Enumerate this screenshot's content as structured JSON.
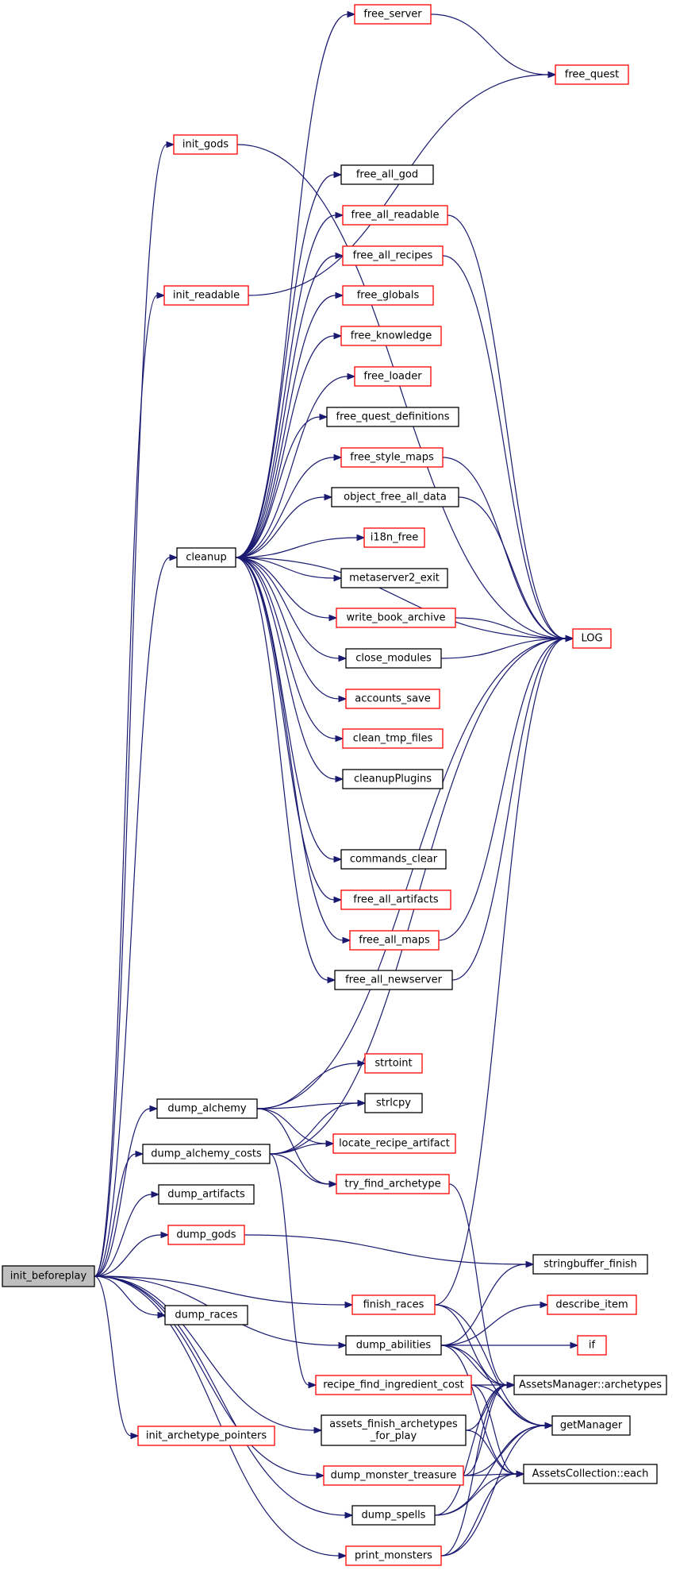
{
  "colors": {
    "edge": "#191970",
    "red_border": "#ff0000",
    "black_border": "#000000",
    "root_fill": "#bfbfbf"
  },
  "nodes": {
    "init_beforeplay": {
      "label": "init_beforeplay",
      "style": "root"
    },
    "init_gods": {
      "label": "init_gods",
      "style": "red"
    },
    "init_readable": {
      "label": "init_readable",
      "style": "red"
    },
    "cleanup": {
      "label": "cleanup",
      "style": "black"
    },
    "free_server": {
      "label": "free_server",
      "style": "red"
    },
    "free_quest": {
      "label": "free_quest",
      "style": "red"
    },
    "free_all_god": {
      "label": "free_all_god",
      "style": "black"
    },
    "free_all_readable": {
      "label": "free_all_readable",
      "style": "red"
    },
    "free_all_recipes": {
      "label": "free_all_recipes",
      "style": "red"
    },
    "free_globals": {
      "label": "free_globals",
      "style": "red"
    },
    "free_knowledge": {
      "label": "free_knowledge",
      "style": "red"
    },
    "free_loader": {
      "label": "free_loader",
      "style": "red"
    },
    "free_quest_definitions": {
      "label": "free_quest_definitions",
      "style": "black"
    },
    "free_style_maps": {
      "label": "free_style_maps",
      "style": "red"
    },
    "object_free_all_data": {
      "label": "object_free_all_data",
      "style": "black"
    },
    "i18n_free": {
      "label": "i18n_free",
      "style": "red"
    },
    "metaserver2_exit": {
      "label": "metaserver2_exit",
      "style": "black"
    },
    "write_book_archive": {
      "label": "write_book_archive",
      "style": "red"
    },
    "close_modules": {
      "label": "close_modules",
      "style": "black"
    },
    "accounts_save": {
      "label": "accounts_save",
      "style": "red"
    },
    "clean_tmp_files": {
      "label": "clean_tmp_files",
      "style": "red"
    },
    "cleanupPlugins": {
      "label": "cleanupPlugins",
      "style": "black"
    },
    "commands_clear": {
      "label": "commands_clear",
      "style": "black"
    },
    "free_all_artifacts": {
      "label": "free_all_artifacts",
      "style": "red"
    },
    "free_all_maps": {
      "label": "free_all_maps",
      "style": "red"
    },
    "free_all_newserver": {
      "label": "free_all_newserver",
      "style": "black"
    },
    "LOG": {
      "label": "LOG",
      "style": "red"
    },
    "dump_alchemy": {
      "label": "dump_alchemy",
      "style": "black"
    },
    "dump_alchemy_costs": {
      "label": "dump_alchemy_costs",
      "style": "black"
    },
    "dump_artifacts": {
      "label": "dump_artifacts",
      "style": "black"
    },
    "dump_gods": {
      "label": "dump_gods",
      "style": "red"
    },
    "dump_races": {
      "label": "dump_races",
      "style": "black"
    },
    "init_archetype_pointers": {
      "label": "init_archetype_pointers",
      "style": "red"
    },
    "strtoint": {
      "label": "strtoint",
      "style": "red"
    },
    "strlcpy": {
      "label": "strlcpy",
      "style": "black"
    },
    "locate_recipe_artifact": {
      "label": "locate_recipe_artifact",
      "style": "red"
    },
    "try_find_archetype": {
      "label": "try_find_archetype",
      "style": "red"
    },
    "stringbuffer_finish": {
      "label": "stringbuffer_finish",
      "style": "black"
    },
    "finish_races": {
      "label": "finish_races",
      "style": "red"
    },
    "dump_abilities": {
      "label": "dump_abilities",
      "style": "black"
    },
    "describe_item": {
      "label": "describe_item",
      "style": "red"
    },
    "if": {
      "label": "if",
      "style": "red"
    },
    "recipe_find_ingredient_cost": {
      "label": "recipe_find_ingredient_cost",
      "style": "red"
    },
    "assets_finish_archetypes_for_play": {
      "label": [
        "assets_finish_archetypes",
        "_for_play"
      ],
      "style": "black"
    },
    "AssetsManager_archetypes": {
      "label": "AssetsManager::archetypes",
      "style": "black"
    },
    "getManager": {
      "label": "getManager",
      "style": "black"
    },
    "dump_monster_treasure": {
      "label": "dump_monster_treasure",
      "style": "red"
    },
    "AssetsCollection_each": {
      "label": "AssetsCollection::each",
      "style": "black"
    },
    "dump_spells": {
      "label": "dump_spells",
      "style": "black"
    },
    "print_monsters": {
      "label": "print_monsters",
      "style": "red"
    }
  },
  "edges": [
    [
      "init_beforeplay",
      "init_gods"
    ],
    [
      "init_beforeplay",
      "init_readable"
    ],
    [
      "init_beforeplay",
      "cleanup"
    ],
    [
      "init_beforeplay",
      "dump_alchemy"
    ],
    [
      "init_beforeplay",
      "dump_alchemy_costs"
    ],
    [
      "init_beforeplay",
      "dump_artifacts"
    ],
    [
      "init_beforeplay",
      "dump_gods"
    ],
    [
      "init_beforeplay",
      "dump_races"
    ],
    [
      "init_beforeplay",
      "finish_races"
    ],
    [
      "init_beforeplay",
      "dump_abilities"
    ],
    [
      "init_beforeplay",
      "init_archetype_pointers"
    ],
    [
      "init_beforeplay",
      "assets_finish_archetypes_for_play"
    ],
    [
      "init_beforeplay",
      "dump_monster_treasure"
    ],
    [
      "init_beforeplay",
      "dump_spells"
    ],
    [
      "init_beforeplay",
      "print_monsters"
    ],
    [
      "init_gods",
      "LOG"
    ],
    [
      "init_readable",
      "free_quest"
    ],
    [
      "cleanup",
      "free_server"
    ],
    [
      "cleanup",
      "free_all_god"
    ],
    [
      "cleanup",
      "free_all_readable"
    ],
    [
      "cleanup",
      "free_all_recipes"
    ],
    [
      "cleanup",
      "free_globals"
    ],
    [
      "cleanup",
      "free_knowledge"
    ],
    [
      "cleanup",
      "free_loader"
    ],
    [
      "cleanup",
      "free_quest_definitions"
    ],
    [
      "cleanup",
      "free_style_maps"
    ],
    [
      "cleanup",
      "object_free_all_data"
    ],
    [
      "cleanup",
      "i18n_free"
    ],
    [
      "cleanup",
      "metaserver2_exit"
    ],
    [
      "cleanup",
      "write_book_archive"
    ],
    [
      "cleanup",
      "close_modules"
    ],
    [
      "cleanup",
      "accounts_save"
    ],
    [
      "cleanup",
      "clean_tmp_files"
    ],
    [
      "cleanup",
      "cleanupPlugins"
    ],
    [
      "cleanup",
      "LOG"
    ],
    [
      "cleanup",
      "commands_clear"
    ],
    [
      "cleanup",
      "free_all_artifacts"
    ],
    [
      "cleanup",
      "free_all_maps"
    ],
    [
      "cleanup",
      "free_all_newserver"
    ],
    [
      "free_server",
      "free_quest"
    ],
    [
      "free_all_readable",
      "LOG"
    ],
    [
      "free_all_recipes",
      "LOG"
    ],
    [
      "free_style_maps",
      "LOG"
    ],
    [
      "object_free_all_data",
      "LOG"
    ],
    [
      "write_book_archive",
      "LOG"
    ],
    [
      "close_modules",
      "LOG"
    ],
    [
      "free_all_maps",
      "LOG"
    ],
    [
      "free_all_newserver",
      "LOG"
    ],
    [
      "dump_alchemy",
      "LOG"
    ],
    [
      "dump_alchemy",
      "strtoint"
    ],
    [
      "dump_alchemy",
      "strlcpy"
    ],
    [
      "dump_alchemy",
      "locate_recipe_artifact"
    ],
    [
      "dump_alchemy",
      "try_find_archetype"
    ],
    [
      "dump_alchemy_costs",
      "strlcpy"
    ],
    [
      "dump_alchemy_costs",
      "locate_recipe_artifact"
    ],
    [
      "dump_alchemy_costs",
      "try_find_archetype"
    ],
    [
      "dump_alchemy_costs",
      "LOG"
    ],
    [
      "dump_alchemy_costs",
      "recipe_find_ingredient_cost"
    ],
    [
      "dump_gods",
      "stringbuffer_finish"
    ],
    [
      "try_find_archetype",
      "AssetsManager_archetypes"
    ],
    [
      "finish_races",
      "LOG"
    ],
    [
      "finish_races",
      "AssetsManager_archetypes"
    ],
    [
      "finish_races",
      "getManager"
    ],
    [
      "dump_abilities",
      "stringbuffer_finish"
    ],
    [
      "dump_abilities",
      "describe_item"
    ],
    [
      "dump_abilities",
      "if"
    ],
    [
      "dump_abilities",
      "AssetsManager_archetypes"
    ],
    [
      "dump_abilities",
      "getManager"
    ],
    [
      "dump_abilities",
      "AssetsCollection_each"
    ],
    [
      "recipe_find_ingredient_cost",
      "AssetsManager_archetypes"
    ],
    [
      "recipe_find_ingredient_cost",
      "getManager"
    ],
    [
      "recipe_find_ingredient_cost",
      "AssetsCollection_each"
    ],
    [
      "assets_finish_archetypes_for_play",
      "AssetsManager_archetypes"
    ],
    [
      "assets_finish_archetypes_for_play",
      "AssetsCollection_each"
    ],
    [
      "dump_monster_treasure",
      "AssetsManager_archetypes"
    ],
    [
      "dump_monster_treasure",
      "getManager"
    ],
    [
      "dump_monster_treasure",
      "AssetsCollection_each"
    ],
    [
      "dump_spells",
      "AssetsManager_archetypes"
    ],
    [
      "dump_spells",
      "getManager"
    ],
    [
      "dump_spells",
      "AssetsCollection_each"
    ],
    [
      "print_monsters",
      "AssetsManager_archetypes"
    ],
    [
      "print_monsters",
      "getManager"
    ],
    [
      "print_monsters",
      "AssetsCollection_each"
    ]
  ]
}
